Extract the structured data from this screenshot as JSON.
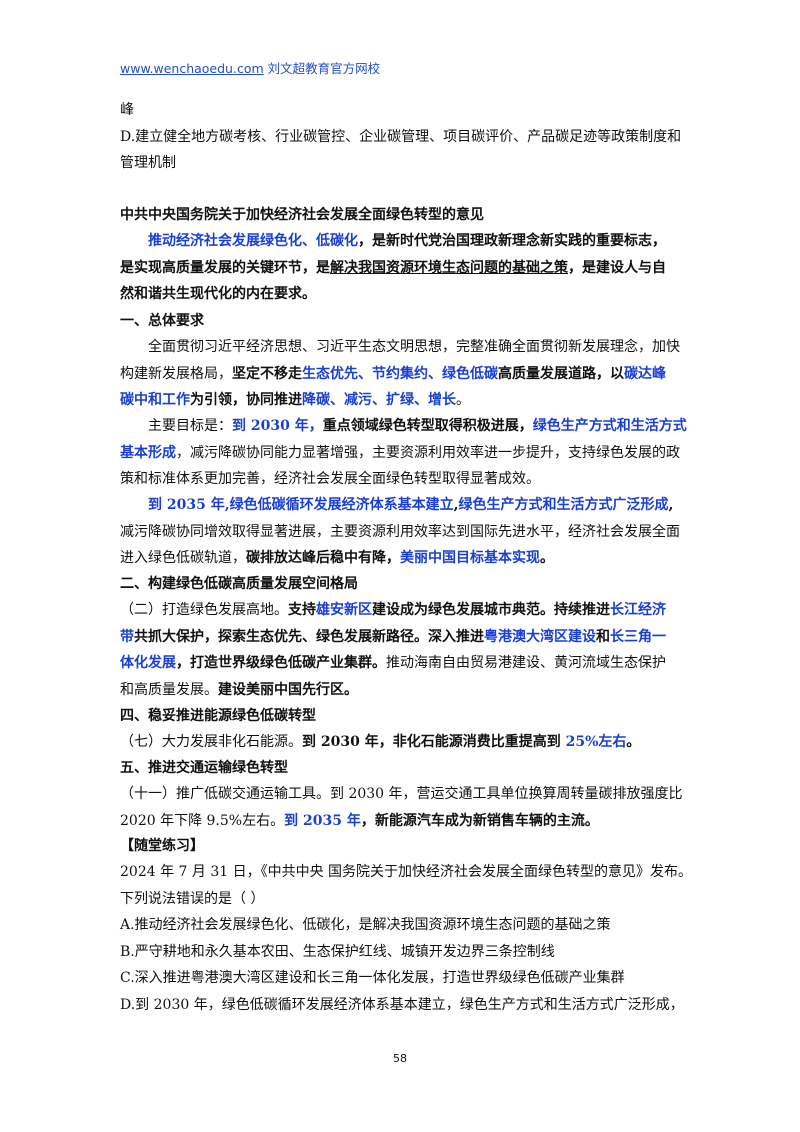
{
  "header": {
    "url": "www.wenchaoedu.com",
    "site": "刘文超教育官方网校"
  },
  "prev": {
    "l1": "峰",
    "l2": "D.建立健全地方碳考核、行业碳管控、企业碳管理、项目碳评价、产品碳足迹等政策制度和",
    "l3": "管理机制"
  },
  "doc_title": "中共中央国务院关于加快经济社会发展全面绿色转型的意见",
  "intro": {
    "a": "推动经济社会发展绿色化、低碳化",
    "b": "，是新时代党治国理政新理念新实践的重要标志，",
    "c": "是实现高质量发展的关键环节，是",
    "d": "解决我国资源环境生态问题的基础之策",
    "e": "，是建设人与自",
    "f": "然和谐共生现代化的内在要求。"
  },
  "s1": {
    "title": "一、总体要求",
    "p1": {
      "a": "全面贯彻习近平经济思想、习近平生态文明思想，完整准确全面贯彻新发展理念，加快",
      "b": "构建新发展格局，",
      "c": "坚定不移走",
      "d": "生态优先、节约集约、绿色低碳",
      "e": "高质量发展道路",
      "f": "，以",
      "g": "碳达峰",
      "h": "碳中和工作",
      "i": "为引领，协同推进",
      "j": "降碳、减污、扩绿、增长",
      "k": "。"
    },
    "p2": {
      "a": "主要目标是：",
      "b": "到 2030 年，",
      "c": "重点领域绿色转型取得积极进展",
      "d": "，",
      "e": "绿色生产方式和生活方式",
      "f": "基本形成",
      "g": "，减污降碳协同能力显著增强，主要资源利用效率进一步提升，支持绿色发展的政",
      "h": "策和标准体系更加完善，经济社会发展全面绿色转型取得显著成效。"
    },
    "p3": {
      "a": "到 2035 年,",
      "b": "绿色低碳循环发展经济体系基本建立",
      "c": ",",
      "d": "绿色生产方式和生活方式广泛形成",
      "e": ",",
      "f": "减污降碳协同增效取得显著进展，主要资源利用效率达到国际先进水平，经济社会发展全面",
      "g": "进入绿色低碳轨道，",
      "h": "碳排放达峰后稳中有降",
      "i": "，",
      "j": "美丽中国目标基本实现",
      "k": "。"
    }
  },
  "s2": {
    "title": "二、构建绿色低碳高质量发展空间格局",
    "p": {
      "a": "（二）打造绿色发展高地。",
      "b": "支持",
      "c": "雄安新区",
      "d": "建设成为绿色发展城市典范。持续推进",
      "e": "长江经济",
      "f": "带",
      "g": "共抓大保护，探索生态优先、绿色发展新路径。深入推进",
      "h": "粤港澳大湾区建设",
      "i": "和",
      "j": "长三角一",
      "k": "体化发展",
      "l": "，打造世界级绿色低碳产业集群。",
      "m": "推动海南自由贸易港建设、黄河流域生态保护",
      "n": "和高质量发展。",
      "o": "建设美丽中国先行区。"
    }
  },
  "s4": {
    "title": "四、稳妥推进能源绿色低碳转型",
    "p": {
      "a": "（七）大力发展非化石能源。",
      "b": "到 2030 年，非化石能源消费比重提高到 ",
      "c": "25%左右",
      "d": "。"
    }
  },
  "s5": {
    "title": "五、推进交通运输绿色转型",
    "p": {
      "a": "（十一）推广低碳交通运输工具。到 2030 年，营运交通工具单位换算周转量碳排放强度比",
      "b": "2020 年下降 9.5%左右。",
      "c": "到 2035 年",
      "d": "，新能源汽车成为新销售车辆的主流。"
    }
  },
  "practice": {
    "title": "【随堂练习】",
    "q1": "2024 年 7 月 31 日，《中共中央 国务院关于加快经济社会发展全面绿色转型的意见》发布。",
    "q2": "下列说法错误的是（      ）",
    "options": [
      "A.推动经济社会发展绿色化、低碳化，是解决我国资源环境生态问题的基础之策",
      "B.严守耕地和永久基本农田、生态保护红线、城镇开发边界三条控制线",
      "C.深入推进粤港澳大湾区建设和长三角一体化发展，打造世界级绿色低碳产业集群",
      "D.到 2030 年，绿色低碳循环发展经济体系基本建立，绿色生产方式和生活方式广泛形成，"
    ]
  },
  "page_number": "58"
}
